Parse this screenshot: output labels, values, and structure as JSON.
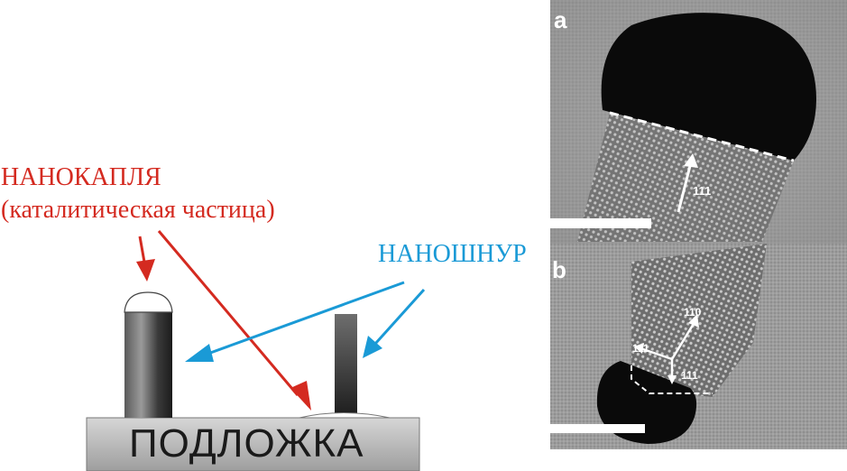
{
  "labels": {
    "nanodroplet_line1": "НАНОКАПЛЯ",
    "nanodroplet_line2": "(каталитическая частица)",
    "nanowire": "НАНОШНУР",
    "substrate": "ПОДЛОЖКА"
  },
  "micrographs": {
    "panel_a": {
      "letter": "a",
      "direction": "111"
    },
    "panel_b": {
      "letter": "b",
      "directions": [
        "110",
        "111",
        "111"
      ]
    }
  },
  "colors": {
    "droplet_label": "#d42a20",
    "nanowire_label": "#1a9ad6",
    "red_arrow": "#d42a20",
    "blue_arrow": "#1a9ad6",
    "substrate_fill": "#bcbcbc",
    "pillar_dark": "#2a2a2a"
  }
}
